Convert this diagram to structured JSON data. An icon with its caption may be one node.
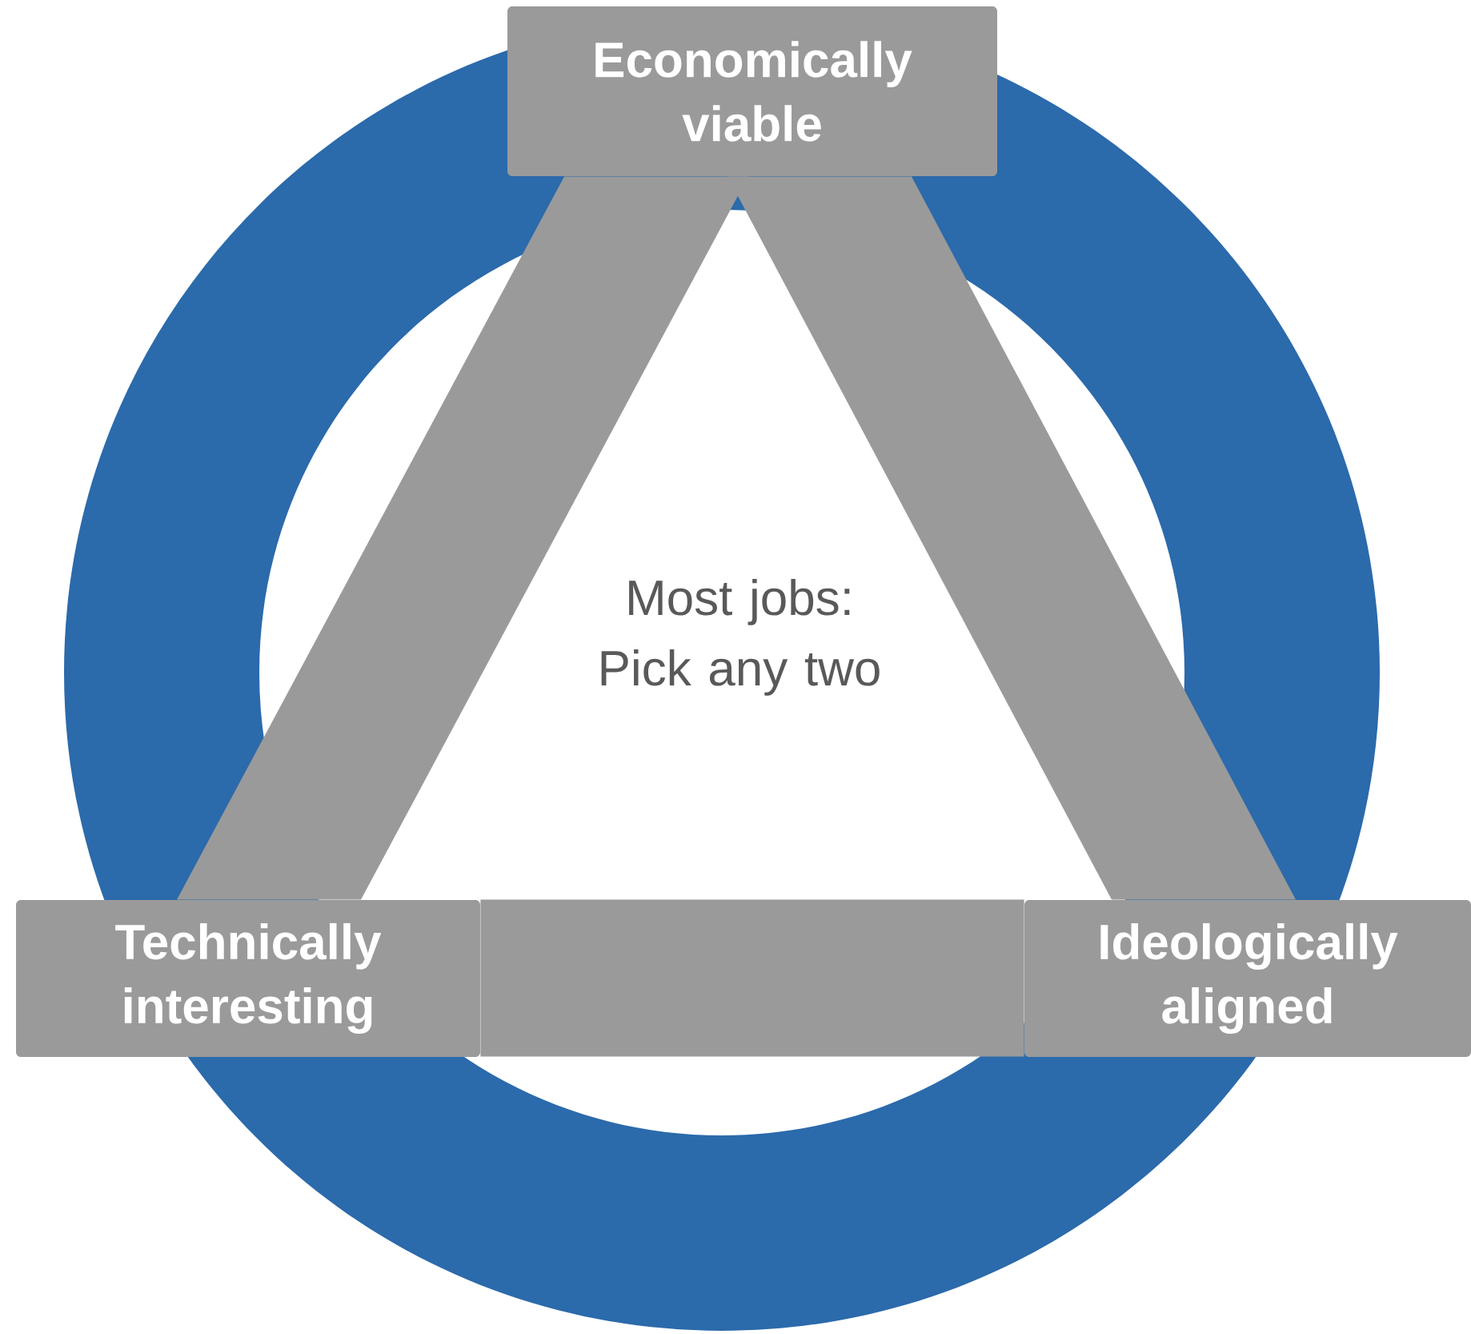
{
  "diagram": {
    "nodes": [
      {
        "text": [
          "Economically viable"
        ]
      },
      {
        "text": [
          "Technically interesting"
        ]
      },
      {
        "text": [
          "Ideologically aligned"
        ]
      }
    ],
    "edges": [
      {
        "from": 0,
        "to": 1,
        "arrow": "none"
      },
      {
        "from": 0,
        "to": 2,
        "arrow": "none"
      },
      {
        "from": 1,
        "to": 2,
        "arrow": "none"
      }
    ],
    "labels": [
      "Most jobs: Pick any two"
    ]
  }
}
